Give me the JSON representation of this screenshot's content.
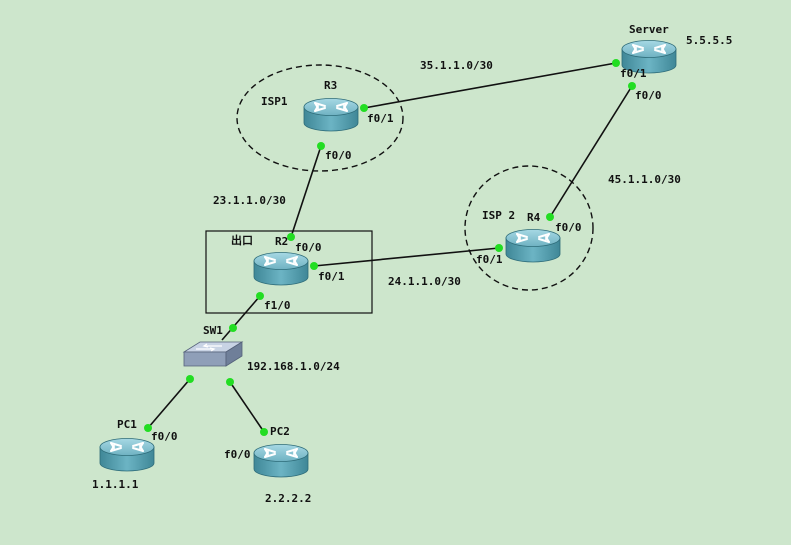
{
  "colors": {
    "background": "#cde6cc",
    "link": "#111111",
    "port_dot": "#22dd22",
    "router_body": "#5aa0b0",
    "router_top": "#8cc6d4",
    "switch_body": "#9aaac0"
  },
  "devices": [
    {
      "id": "server",
      "label": "Server",
      "icon": "router-icon"
    },
    {
      "id": "r3",
      "label": "R3",
      "icon": "router-icon"
    },
    {
      "id": "r2",
      "label": "R2",
      "icon": "router-icon"
    },
    {
      "id": "r4",
      "label": "R4",
      "icon": "router-icon"
    },
    {
      "id": "sw1",
      "label": "SW1",
      "icon": "switch-icon"
    },
    {
      "id": "pc1",
      "label": "PC1",
      "icon": "router-icon"
    },
    {
      "id": "pc2",
      "label": "PC2",
      "icon": "router-icon"
    }
  ],
  "groups": {
    "isp1": "ISP1",
    "isp2": "ISP 2",
    "exit": "出口"
  },
  "ports": {
    "server_f01": "f0/1",
    "server_f00": "f0/0",
    "r3_f01": "f0/1",
    "r3_f00": "f0/0",
    "r2_f00": "f0/0",
    "r2_f01": "f0/1",
    "r2_f10": "f1/0",
    "r4_f00": "f0/0",
    "r4_f01": "f0/1",
    "pc1_f00": "f0/0",
    "pc2_f00": "f0/0"
  },
  "subnets": {
    "r3_server": "35.1.1.0/30",
    "server_r4": "45.1.1.0/30",
    "r2_r3": "23.1.1.0/30",
    "r2_r4": "24.1.1.0/30",
    "lan": "192.168.1.0/24"
  },
  "addresses": {
    "server": "5.5.5.5",
    "pc1": "1.1.1.1",
    "pc2": "2.2.2.2"
  }
}
